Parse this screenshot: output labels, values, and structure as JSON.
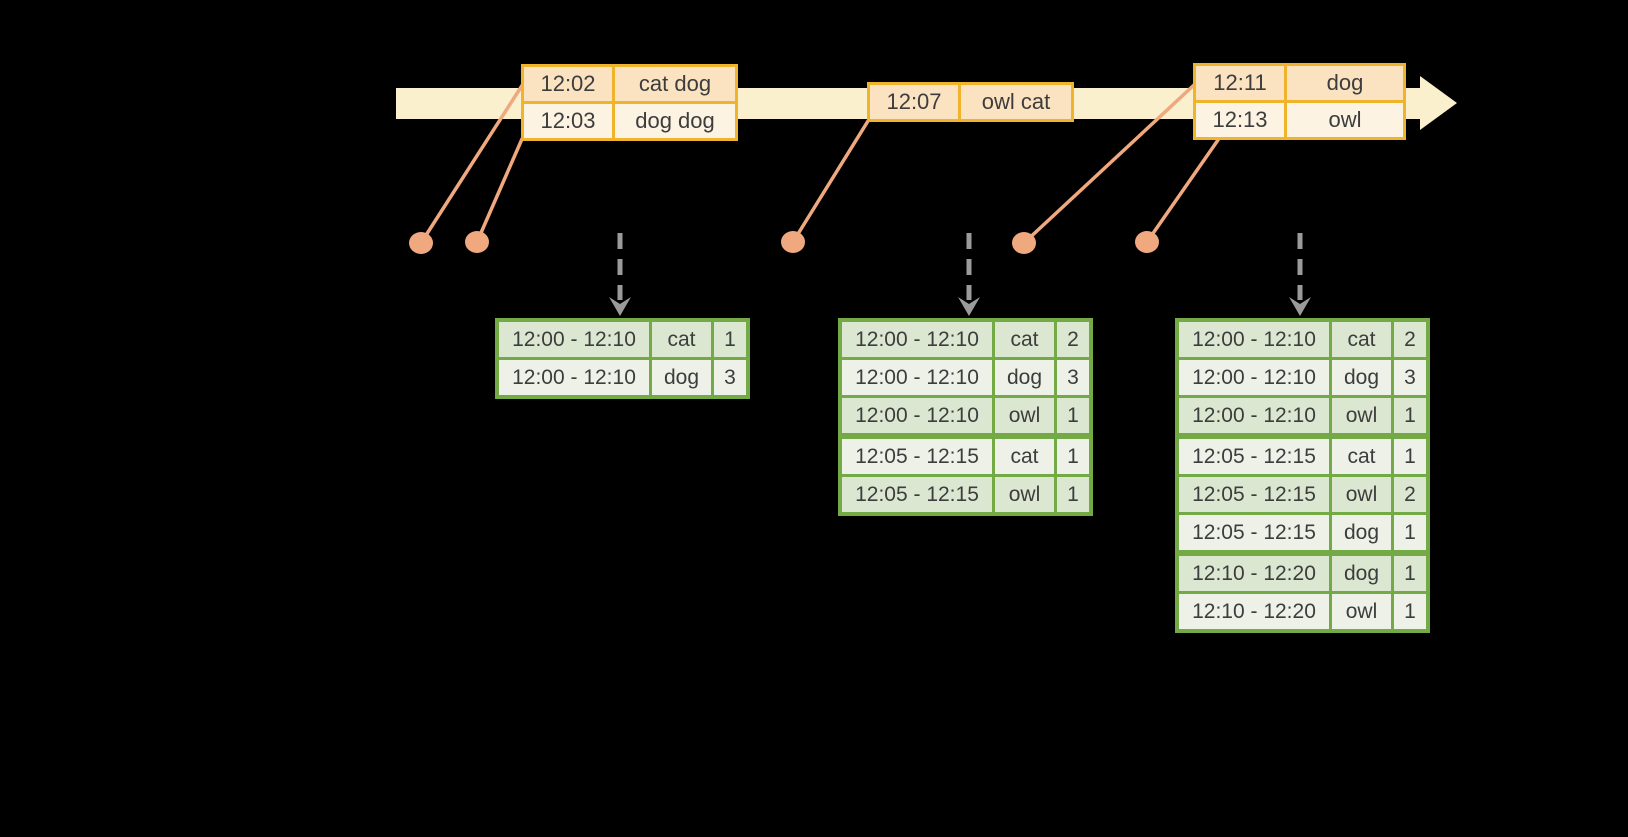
{
  "colors": {
    "background": "#000000",
    "timeline_fill": "#FAF0CD",
    "event_border": "#F0B42C",
    "event_fill_dark": "#FBE2C0",
    "event_fill_light": "#FDF3E3",
    "connector": "#F0A87E",
    "trigger_arrow": "#9B9B9B",
    "result_border": "#74AA46",
    "result_fill_dark": "#DCE7D1",
    "result_fill_light": "#EDF1E7",
    "text": "#3D3D3D"
  },
  "timeline": {
    "event_tables": [
      {
        "rows": [
          {
            "time": "12:02",
            "words": "cat dog"
          },
          {
            "time": "12:03",
            "words": "dog dog"
          }
        ]
      },
      {
        "rows": [
          {
            "time": "12:07",
            "words": "owl cat"
          }
        ]
      },
      {
        "rows": [
          {
            "time": "12:11",
            "words": "dog"
          },
          {
            "time": "12:13",
            "words": "owl"
          }
        ]
      }
    ]
  },
  "result_tables": [
    {
      "rows": [
        {
          "window": "12:00 - 12:10",
          "word": "cat",
          "count": "1"
        },
        {
          "window": "12:00 - 12:10",
          "word": "dog",
          "count": "3"
        }
      ]
    },
    {
      "rows": [
        {
          "window": "12:00 - 12:10",
          "word": "cat",
          "count": "2"
        },
        {
          "window": "12:00 - 12:10",
          "word": "dog",
          "count": "3"
        },
        {
          "window": "12:00 - 12:10",
          "word": "owl",
          "count": "1"
        },
        {
          "window": "12:05 - 12:15",
          "word": "cat",
          "count": "1"
        },
        {
          "window": "12:05 - 12:15",
          "word": "owl",
          "count": "1"
        }
      ]
    },
    {
      "rows": [
        {
          "window": "12:00 - 12:10",
          "word": "cat",
          "count": "2"
        },
        {
          "window": "12:00 - 12:10",
          "word": "dog",
          "count": "3"
        },
        {
          "window": "12:00 - 12:10",
          "word": "owl",
          "count": "1"
        },
        {
          "window": "12:05 - 12:15",
          "word": "cat",
          "count": "1"
        },
        {
          "window": "12:05 - 12:15",
          "word": "owl",
          "count": "2"
        },
        {
          "window": "12:05 - 12:15",
          "word": "dog",
          "count": "1"
        },
        {
          "window": "12:10 - 12:20",
          "word": "dog",
          "count": "1"
        },
        {
          "window": "12:10 - 12:20",
          "word": "owl",
          "count": "1"
        }
      ]
    }
  ]
}
